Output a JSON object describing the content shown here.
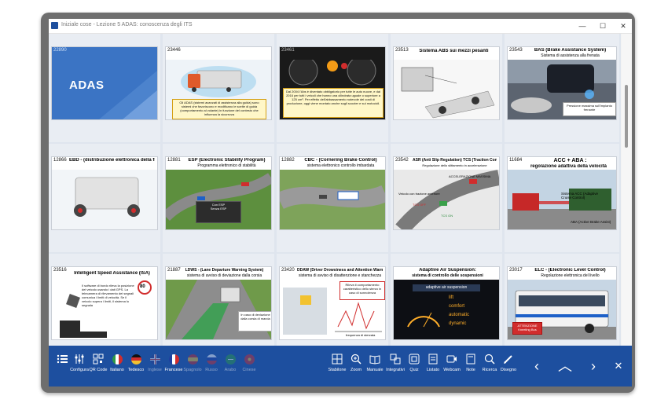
{
  "window": {
    "title": "Iniziale cose - Lezione 5 ADAS: conoscenza degli ITS",
    "minimize": "—",
    "maximize": "☐",
    "close": "✕"
  },
  "slides": [
    {
      "num": "22890",
      "head": "",
      "sub": "",
      "cover": "ADAS"
    },
    {
      "num": "23446",
      "head": "",
      "sub": "",
      "caption": "Gli ADAS (sistemi avanzati di assistenza alla guida) sono sistemi che favoriscono e modificano le scelte di guida (comportamento al volante) in funzione del contesto che influenza la sicurezza"
    },
    {
      "num": "23461",
      "head": "",
      "sub": "",
      "caption": "Dal 2004 l'Abs è diventato obbligatorio per tutte le auto nuove, e dal 2016 per tutti i veicoli che hanno una cilindrata uguale o superiore a 125 cm³. Per effetto dell'abbassamento notevole dei costi di produzione, oggi viene montato anche sugli scooter e sui motocicli."
    },
    {
      "num": "23513",
      "head": "Sistema ABS sui mezzi pesanti",
      "sub": ""
    },
    {
      "num": "23543",
      "head": "BAS (Brake Assistance System)",
      "sub": "Sistema di assistenza alla frenata",
      "caption": "Pressione massima sull'impianto frenante"
    },
    {
      "num": "12866",
      "head": "EBD - (distribuzione elettronica della frenata)",
      "sub": ""
    },
    {
      "num": "12881",
      "head": "ESP (Electronic Stability Program)",
      "sub": "Programma elettronico di stabilità",
      "legend": [
        "Con ESP",
        "Senza ESP"
      ]
    },
    {
      "num": "12882",
      "head": "CBC - (Cornering Brake Control)",
      "sub": "sistema elettronico controllo imbardata"
    },
    {
      "num": "23542",
      "head": "ASR (Anti Slip Regulation) TCS (Traction Control System)",
      "sub": "Regolazione dello slittamento in accelerazione",
      "labels": [
        "ACCELERAZIONE MASSIMA",
        "Veicolo con trazione anteriore",
        "TCS OFF",
        "TCS ON"
      ]
    },
    {
      "num": "11684",
      "head": "ACC + ABA :",
      "sub": "regolazione adattiva della velocità",
      "labels": [
        "Sistema ACC (Adaptive Cruise Control)",
        "ABA (Active Brake Assist)"
      ]
    },
    {
      "num": "23516",
      "head": "Intelligent Speed Assistance (ISA)",
      "sub": "",
      "caption": "Il software di bordo rileva la posizione del veicolo usando i dati GPS. La telecamera di rilevamento dei segnali comunica i limiti di velocità. Se il veicolo supera i limiti, il sistema lo segnala",
      "speed": "80"
    },
    {
      "num": "21887",
      "head": "LDWS - (Lane Departure Warning System)",
      "sub": "sistema di avviso di deviazione dalla corsia",
      "caption": "In caso di deviazione dalla corsia di marcia"
    },
    {
      "num": "23420",
      "head": "DDAW (Driver Drowsiness and Attention Warning)",
      "sub": "sistema di avviso di disattenzione e stanchezza",
      "caption": "Rileva il comportamento caratteristico dello sterzo in caso di sonnolenza",
      "labels": [
        "frequenza di sterzata"
      ]
    },
    {
      "num": "",
      "head": "Adaptive Air Suspension:",
      "sub": "sistema di controllo delle sospensioni",
      "menu": [
        "adaptive air suspension",
        "lift",
        "comfort",
        "automatic",
        "dynamic"
      ]
    },
    {
      "num": "23017",
      "head": "ELC - (Electronic Level Control)",
      "sub": "Regolazione elettronica del livello",
      "caption": "ATTENZIONE Kneeling Bus"
    }
  ],
  "toolbar": {
    "items": [
      {
        "label": "",
        "icon": "list-icon"
      },
      {
        "label": "Configura",
        "icon": "sliders-icon"
      },
      {
        "label": "QR Code",
        "icon": "qr-code-icon"
      },
      {
        "label": "Italiano",
        "icon": "flag-italy-icon"
      },
      {
        "label": "Tedesco",
        "icon": "flag-germany-icon"
      },
      {
        "label": "Inglese",
        "icon": "flag-uk-icon"
      },
      {
        "label": "Francese",
        "icon": "flag-france-icon"
      },
      {
        "label": "Spagnolo",
        "icon": "flag-spain-icon"
      },
      {
        "label": "Russo",
        "icon": "flag-russia-icon"
      },
      {
        "label": "Arabo",
        "icon": "flag-arabic-icon"
      },
      {
        "label": "Cinese",
        "icon": "flag-china-icon"
      },
      {
        "label": "Stabilone",
        "icon": "grid-icon"
      },
      {
        "label": "Zoom",
        "icon": "zoom-icon"
      },
      {
        "label": "Manuale",
        "icon": "book-icon"
      },
      {
        "label": "Integrativi",
        "icon": "stack-icon"
      },
      {
        "label": "Quiz",
        "icon": "quiz-icon"
      },
      {
        "label": "Listato",
        "icon": "document-icon"
      },
      {
        "label": "Webcam",
        "icon": "webcam-icon"
      },
      {
        "label": "Note",
        "icon": "note-icon"
      },
      {
        "label": "Ricerca",
        "icon": "search-icon"
      },
      {
        "label": "Disegno",
        "icon": "pen-icon"
      }
    ],
    "nav": {
      "prev": "‹",
      "expand": "︿",
      "next": "›",
      "close": "✕"
    }
  },
  "colors": {
    "toolbar_bg": "#1d4f9f",
    "cover_bg": "#3b74c4",
    "accent_red": "#d12d2d"
  }
}
